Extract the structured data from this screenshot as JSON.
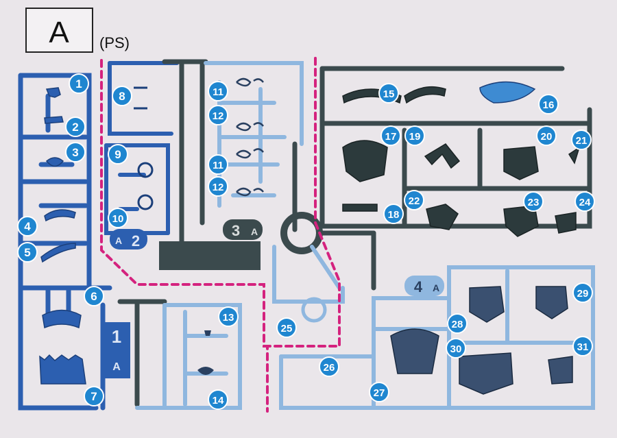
{
  "header": {
    "letter": "A",
    "subtitle": "(PS)"
  },
  "colors": {
    "background": "#eae6ea",
    "runner_blue": "#2c5fb0",
    "runner_light": "#8fb7df",
    "runner_dark": "#3b4a4d",
    "callout_fill": "#1f86d0",
    "cut_line": "#d4227e"
  },
  "sprue_tags": [
    {
      "id": "1",
      "sub": "A"
    },
    {
      "id": "2",
      "sub": "A"
    },
    {
      "id": "3",
      "sub": "A"
    },
    {
      "id": "4",
      "sub": "A"
    }
  ],
  "part_numbers": [
    "1",
    "2",
    "3",
    "4",
    "5",
    "6",
    "7",
    "8",
    "9",
    "10",
    "11",
    "12",
    "11",
    "12",
    "13",
    "14",
    "15",
    "16",
    "17",
    "19",
    "20",
    "21",
    "22",
    "18",
    "23",
    "24",
    "25",
    "26",
    "27",
    "28",
    "29",
    "30",
    "31"
  ]
}
